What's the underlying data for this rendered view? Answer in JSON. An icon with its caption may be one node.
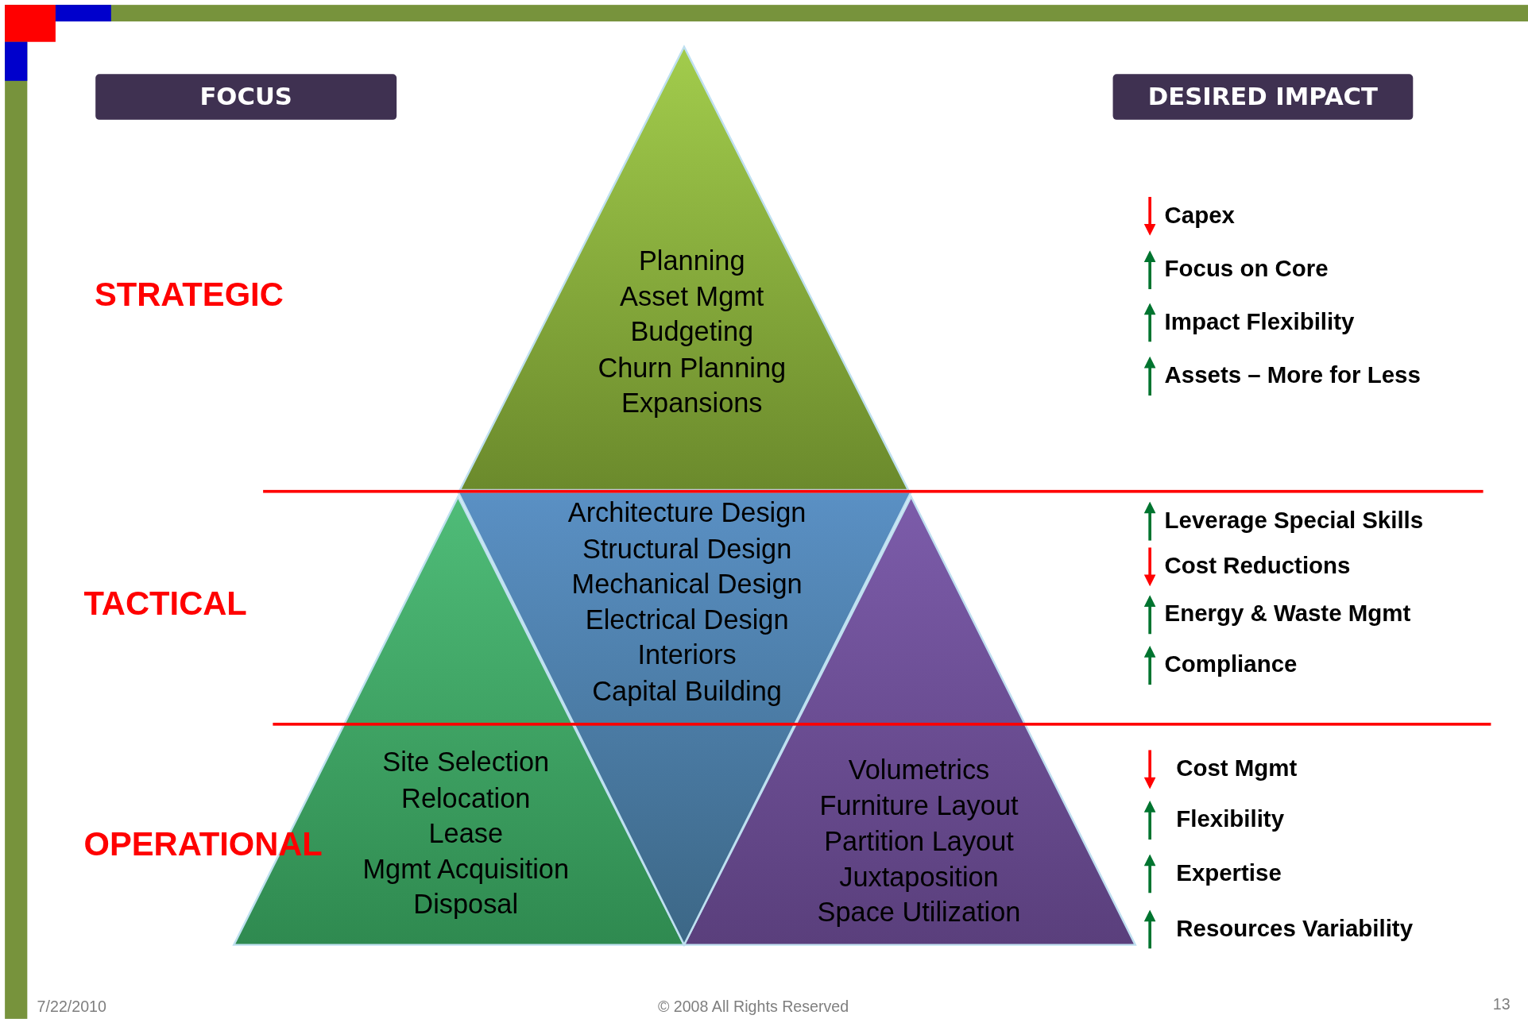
{
  "diagram": {
    "nodes": [
      {
        "text": [
          "FOCUS"
        ]
      },
      {
        "text": [
          "DESIRED IMPACT"
        ]
      },
      {
        "text": [
          "Planning",
          "Asset Mgmt",
          "Budgeting",
          "Churn Planning",
          "Expansions"
        ]
      },
      {
        "text": [
          "Architecture Design",
          "Structural Design",
          "Mechanical Design",
          "Electrical Design",
          "Interiors",
          "Capital Building"
        ]
      },
      {
        "text": [
          "Site Selection",
          "Relocation",
          "Lease",
          "Mgmt Acquisition",
          "Disposal"
        ]
      },
      {
        "text": [
          "Volumetrics",
          "Furniture Layout",
          "Partition Layout",
          "Juxtaposition",
          "Space Utilization"
        ]
      }
    ],
    "labels": [
      "STRATEGIC",
      "Capex",
      "Focus on Core",
      "Impact Flexibility",
      "Assets – More for Less",
      "TACTICAL",
      "Leverage Special Skills",
      "Cost Reductions",
      "Energy & Waste Mgmt",
      "Compliance",
      "OPERATIONAL",
      "Cost Mgmt",
      "Flexibility",
      "Expertise",
      "Resources Variability",
      "7/22/2010",
      "© 2008 All Rights Reserved",
      "13"
    ]
  }
}
